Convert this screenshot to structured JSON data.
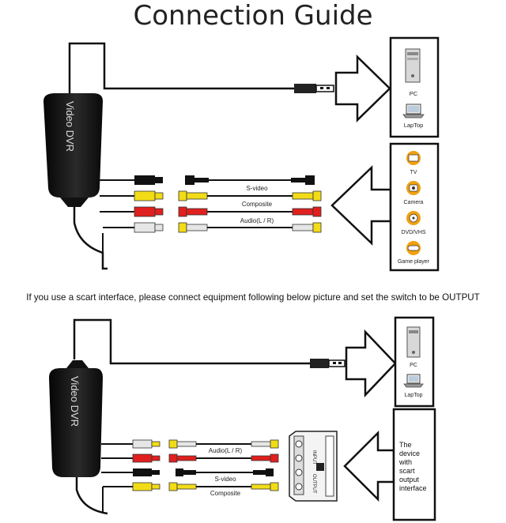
{
  "title": "Connection Guide",
  "caption": "If you use a scart interface, please connect equipment following below picture and set the switch to be OUTPUT",
  "device_label": "Video DVR",
  "top": {
    "computers": [
      "PC",
      "LapTop"
    ],
    "sources": [
      "TV",
      "Camera",
      "DVD/VHS",
      "Game player"
    ],
    "cables": [
      "S-video",
      "Composite",
      "Audio(L / R)"
    ]
  },
  "bottom": {
    "computers": [
      "PC",
      "LapTop"
    ],
    "cables": [
      "Audio(L / R)",
      "S-video",
      "Composite"
    ],
    "scart_switch": [
      "INPUT",
      "OUTPUT"
    ],
    "scart_device_text": [
      "The",
      "device",
      "with",
      "scart",
      "output",
      "interface"
    ]
  },
  "colors": {
    "yellow": "#f2dc18",
    "red": "#e0201e",
    "white": "#e6e6e6",
    "black": "#111111",
    "orange": "#f0a010"
  }
}
